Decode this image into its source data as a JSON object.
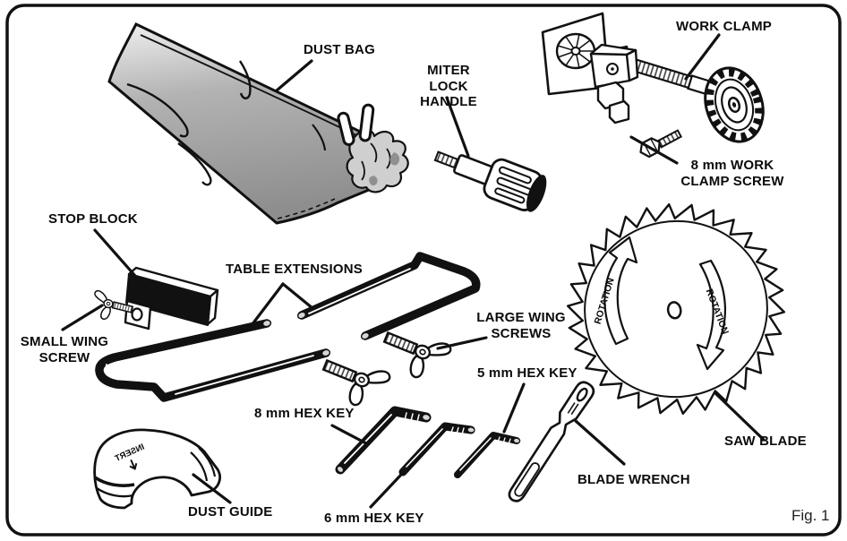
{
  "figure": {
    "caption": "Fig. 1"
  },
  "colors": {
    "line": "#111111",
    "bag_gray": "#9a9a9a",
    "background": "#ffffff"
  },
  "labels": {
    "dust_bag": "DUST BAG",
    "miter_lock_handle": [
      "MITER",
      "LOCK HANDLE"
    ],
    "work_clamp": "WORK CLAMP",
    "work_clamp_screw": [
      "8 mm WORK",
      "CLAMP SCREW"
    ],
    "stop_block": "STOP BLOCK",
    "table_extensions": "TABLE EXTENSIONS",
    "small_wing_screw": [
      "SMALL WING",
      "SCREW"
    ],
    "large_wing_screws": [
      "LARGE WING",
      "SCREWS"
    ],
    "hex_key_5mm": "5 mm HEX KEY",
    "hex_key_8mm": "8 mm HEX KEY",
    "hex_key_6mm": "6 mm HEX KEY",
    "blade_wrench": "BLADE WRENCH",
    "saw_blade": "SAW BLADE",
    "dust_guide": "DUST GUIDE"
  },
  "blade": {
    "rotation_label": "ROTATION"
  },
  "dust_guide_molding": {
    "text": "INSERT"
  }
}
